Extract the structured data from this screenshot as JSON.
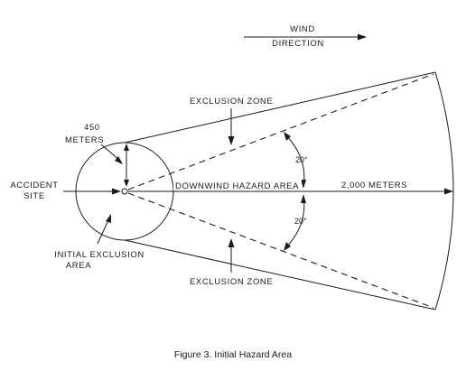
{
  "figure": {
    "wind_label_line1": "WIND",
    "wind_label_line2": "DIRECTION",
    "exclusion_zone_top": "EXCLUSION ZONE",
    "exclusion_zone_bottom": "EXCLUSION ZONE",
    "radius_value": "450",
    "radius_unit": "METERS",
    "accident_line1": "ACCIDENT",
    "accident_line2": "SITE",
    "downwind_label": "DOWNWIND HAZARD AREA",
    "distance_label": "2,000 METERS",
    "angle_top": "20°",
    "angle_bottom": "20°",
    "initial_line1": "INITIAL EXCLUSION",
    "initial_line2": "AREA",
    "caption": "Figure 3. Initial Hazard Area"
  }
}
